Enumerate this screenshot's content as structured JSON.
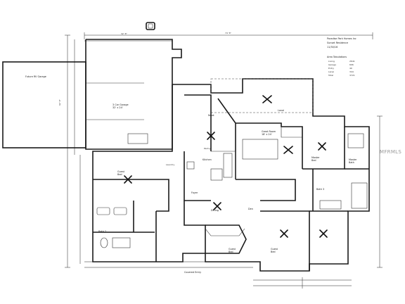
{
  "title_block": {
    "line1": "Paradise Park Homes Inc",
    "line2": "Sunset Residence",
    "line3": "11/30/16"
  },
  "area_table": {
    "heading": "Area Tabulations",
    "rows": [
      {
        "label": "Living",
        "value": "2641"
      },
      {
        "label": "Garage",
        "value": "696"
      },
      {
        "label": "Entry",
        "value": "40"
      },
      {
        "label": "Lanai",
        "value": "344"
      },
      {
        "label": "Total",
        "value": "3721"
      }
    ]
  },
  "rooms": {
    "garage": "3 Car Garage\n32' x 24'",
    "future_rv": "Future RV\nGarage",
    "lanai": "Lanai",
    "great_room": "Great Room\n18' x 24'",
    "kitchen": "Kitchen",
    "nook": "Nook",
    "dining": "Dining",
    "den": "Den",
    "guest_bed_1": "Guest\nBed",
    "guest_bed_2": "Guest\nBed",
    "guest_bed_3": "Guest\nBed",
    "master_bed": "Master\nBed",
    "master_bath": "Master\nBath",
    "laundry": "Laundry",
    "pantry": "Pantry",
    "bath_2": "Bath 2",
    "bath_3": "Bath 3",
    "foyer": "Foyer",
    "covered_entry": "Covered Entry"
  },
  "dimensions": {
    "overall_width": "74' 8\"",
    "overall_depth": "62' 0\"",
    "garage_width": "32' 8\""
  },
  "watermark": "MFRMLS"
}
